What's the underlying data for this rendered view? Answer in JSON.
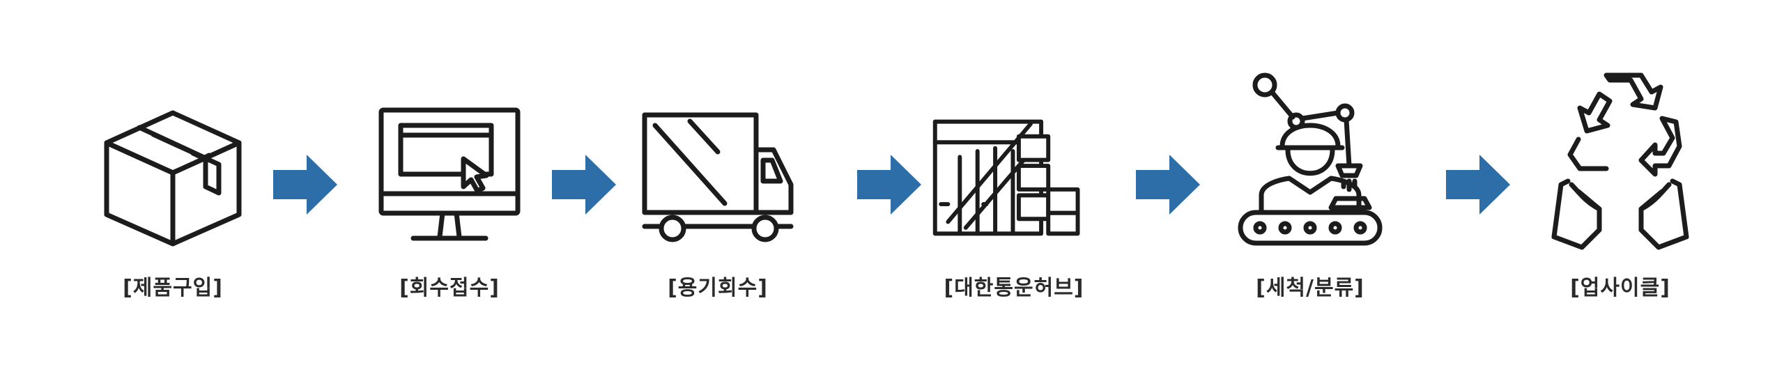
{
  "steps": [
    {
      "label": "[제품구입]",
      "icon": "box-icon"
    },
    {
      "label": "[회수접수]",
      "icon": "monitor-cursor-icon"
    },
    {
      "label": "[용기회수]",
      "icon": "truck-icon"
    },
    {
      "label": "[대한통운허브]",
      "icon": "warehouse-icon"
    },
    {
      "label": "[세척/분류]",
      "icon": "worker-conveyor-icon"
    },
    {
      "label": "[업사이클]",
      "icon": "recycle-hands-icon"
    }
  ],
  "colors": {
    "arrow": "#2e6ea8",
    "stroke": "#1c1c1c",
    "label": "#2a2a2a"
  }
}
